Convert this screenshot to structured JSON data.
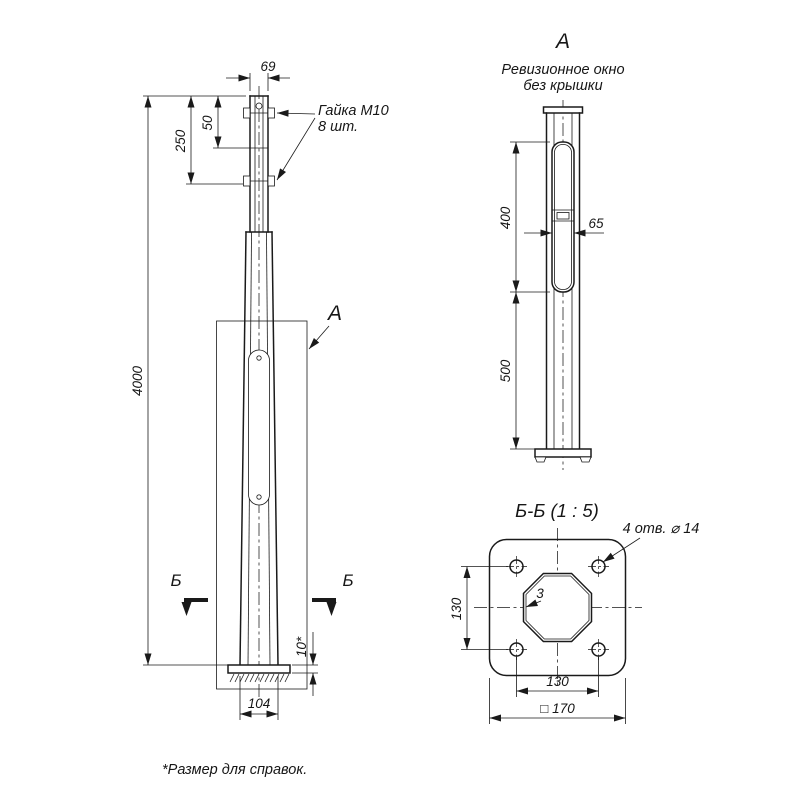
{
  "main_view": {
    "dim_top_width": "69",
    "dim_nut_span": "250",
    "dim_nut_gap": "50",
    "dim_total_height": "4000",
    "dim_plate_thickness": "10*",
    "dim_base_width": "104",
    "nut_label_line1": "Гайка М10",
    "nut_label_line2": "8 шт.",
    "detail_view_label": "А",
    "section_label_left": "Б",
    "section_label_right": "Б"
  },
  "view_a": {
    "title": "А",
    "subtitle_line1": "Ревизионное окно",
    "subtitle_line2": "без крышки",
    "dim_window_height": "400",
    "dim_window_width": "65",
    "dim_window_offset": "500"
  },
  "section_bb": {
    "title": "Б-Б (1 : 5)",
    "holes_label": "4 отв. ⌀ 14",
    "dim_wall_thickness": "3",
    "dim_hole_spacing_vertical": "130",
    "dim_hole_spacing_horizontal": "130",
    "dim_plate_size": "□ 170"
  },
  "footnote": "*Размер для справок."
}
